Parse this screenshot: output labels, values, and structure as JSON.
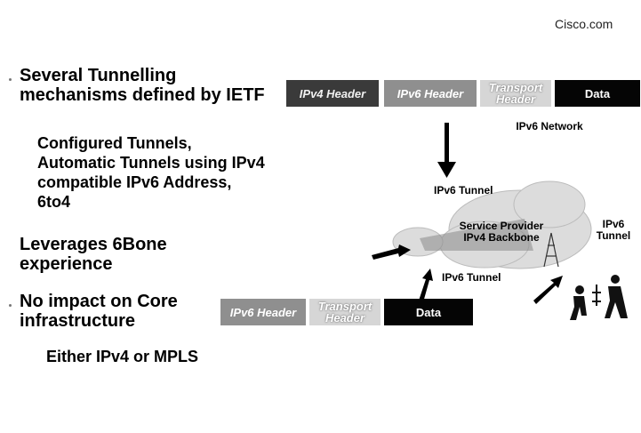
{
  "brand": "Cisco.com",
  "bullets": {
    "b1": "Several Tunnelling mechanisms defined by IETF",
    "b2": "Configured Tunnels, Automatic Tunnels using IPv4 compatible IPv6 Address, 6to4",
    "b3": "Leverages 6Bone experience",
    "b4": "No impact on Core infrastructure",
    "b5": "Either IPv4 or MPLS"
  },
  "top_packet": {
    "ipv4_header": "IPv4 Header",
    "ipv6_header": "IPv6 Header",
    "transport_header": "Transport Header",
    "data": "Data"
  },
  "bottom_packet": {
    "ipv6_header": "IPv6 Header",
    "transport_header": "Transport Header",
    "data": "Data"
  },
  "diagram": {
    "ipv6_network": "IPv6 Network",
    "ipv6_tunnel_top": "IPv6 Tunnel",
    "service_provider": "Service Provider IPv4 Backbone",
    "ipv6_tunnel_right": "IPv6 Tunnel",
    "ipv6_tunnel_bottom": "IPv6 Tunnel"
  },
  "colors": {
    "data_block": "#050505",
    "header_dark": "#3a3a3a",
    "cloud": "#d8d8d8"
  }
}
